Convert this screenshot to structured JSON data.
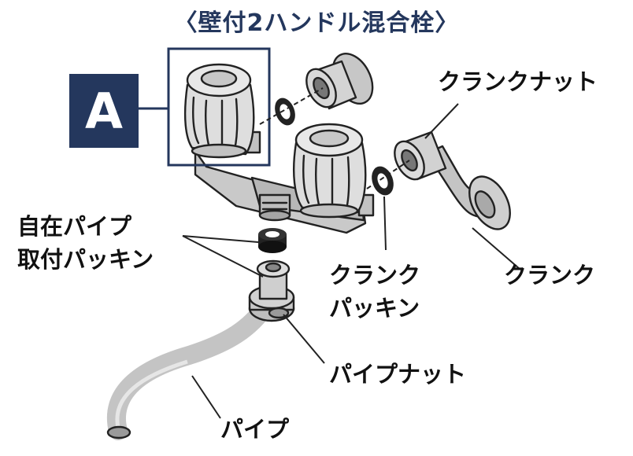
{
  "title": "〈壁付2ハンドル混合栓〉",
  "badge": "A",
  "labels": {
    "crank_nut": "クランクナット",
    "pipe_mount_packing_1": "自在パイプ",
    "pipe_mount_packing_2": "取付パッキン",
    "crank_packing_1": "クランク",
    "crank_packing_2": "パッキン",
    "crank": "クランク",
    "pipe_nut": "パイプナット",
    "pipe": "パイプ"
  },
  "colors": {
    "navy": "#24375d",
    "metal": "#bcbcbc",
    "metal_dark": "#8e8e8e",
    "handle": "#d9d9d9",
    "packing": "#222222"
  }
}
